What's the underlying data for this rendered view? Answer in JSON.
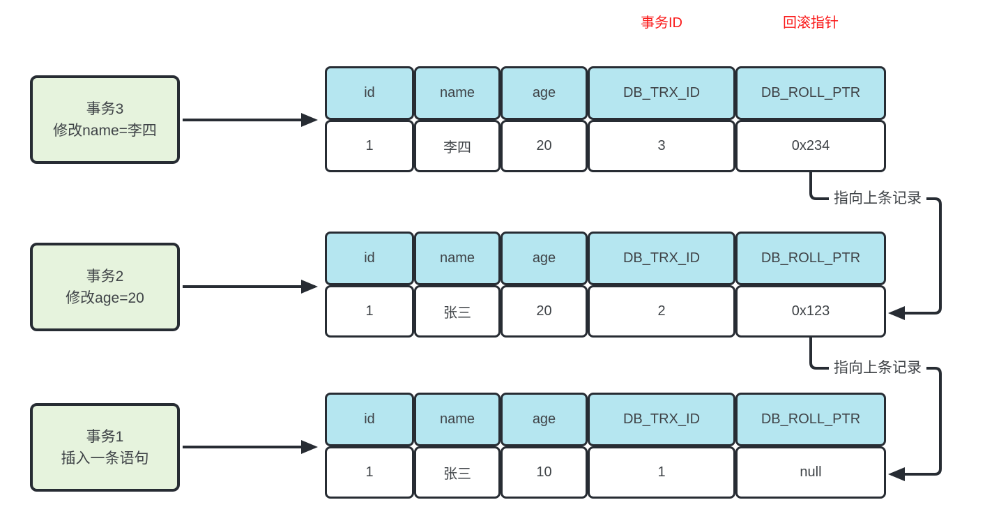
{
  "diagram": {
    "title_hint": "MySQL MVCC undo log version chain"
  },
  "colors": {
    "annotation_red": "#fa1919",
    "header_fill": "#b5e6f0",
    "transaction_fill": "#e6f3dd",
    "border_dark": "#272c33",
    "text_dark": "#3f4347",
    "cell_fill": "#ffffff",
    "canvas_bg": "#ffffff"
  },
  "annotations": {
    "trx_id_label": "事务ID",
    "roll_ptr_label": "回滚指针"
  },
  "pointer_label": "指向上条记录",
  "table_headers": [
    "id",
    "name",
    "age",
    "DB_TRX_ID",
    "DB_ROLL_PTR"
  ],
  "versions": [
    {
      "transaction": {
        "title": "事务3",
        "action": "修改name=李四"
      },
      "row": [
        "1",
        "李四",
        "20",
        "3",
        "0x234"
      ]
    },
    {
      "transaction": {
        "title": "事务2",
        "action": "修改age=20"
      },
      "row": [
        "1",
        "张三",
        "20",
        "2",
        "0x123"
      ]
    },
    {
      "transaction": {
        "title": "事务1",
        "action": "插入一条语句"
      },
      "row": [
        "1",
        "张三",
        "10",
        "1",
        "null"
      ]
    }
  ]
}
